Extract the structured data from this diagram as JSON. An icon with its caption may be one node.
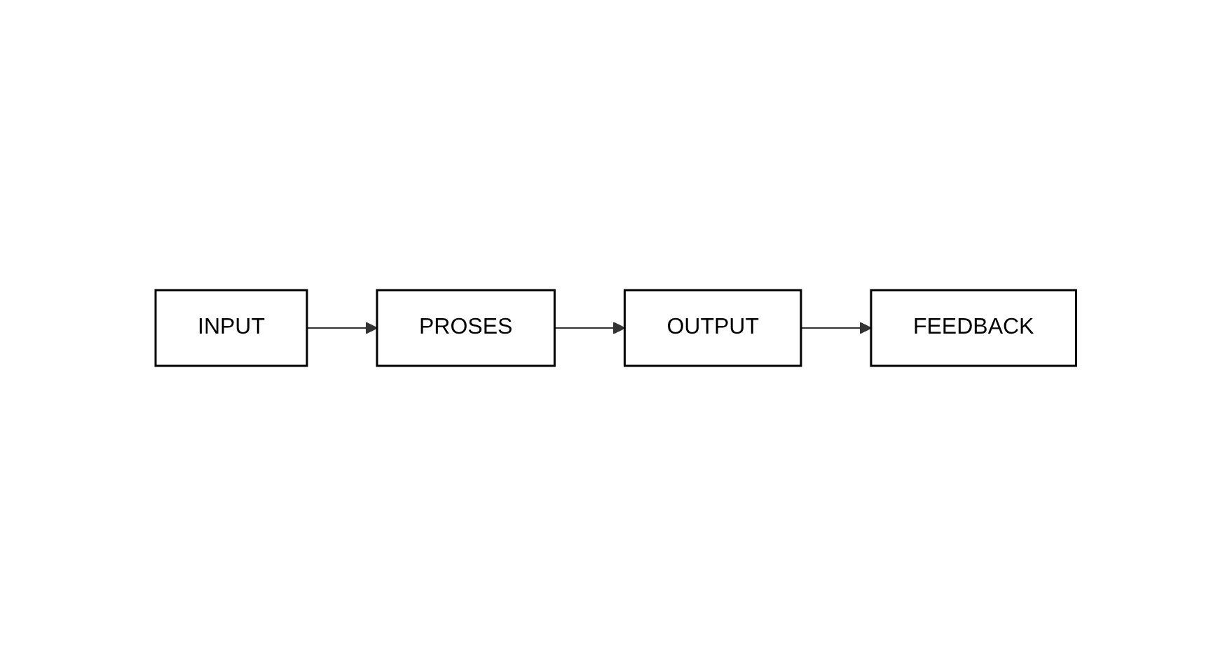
{
  "diagram": {
    "nodes": [
      {
        "text": [
          "INPUT"
        ]
      },
      {
        "text": [
          "PROSES"
        ]
      },
      {
        "text": [
          "OUTPUT"
        ]
      },
      {
        "text": [
          "FEEDBACK"
        ]
      }
    ],
    "edges": [
      {
        "from": 0,
        "to": 1,
        "arrow": "to"
      },
      {
        "from": 1,
        "to": 2,
        "arrow": "to"
      },
      {
        "from": 2,
        "to": 3,
        "arrow": "to"
      }
    ]
  }
}
